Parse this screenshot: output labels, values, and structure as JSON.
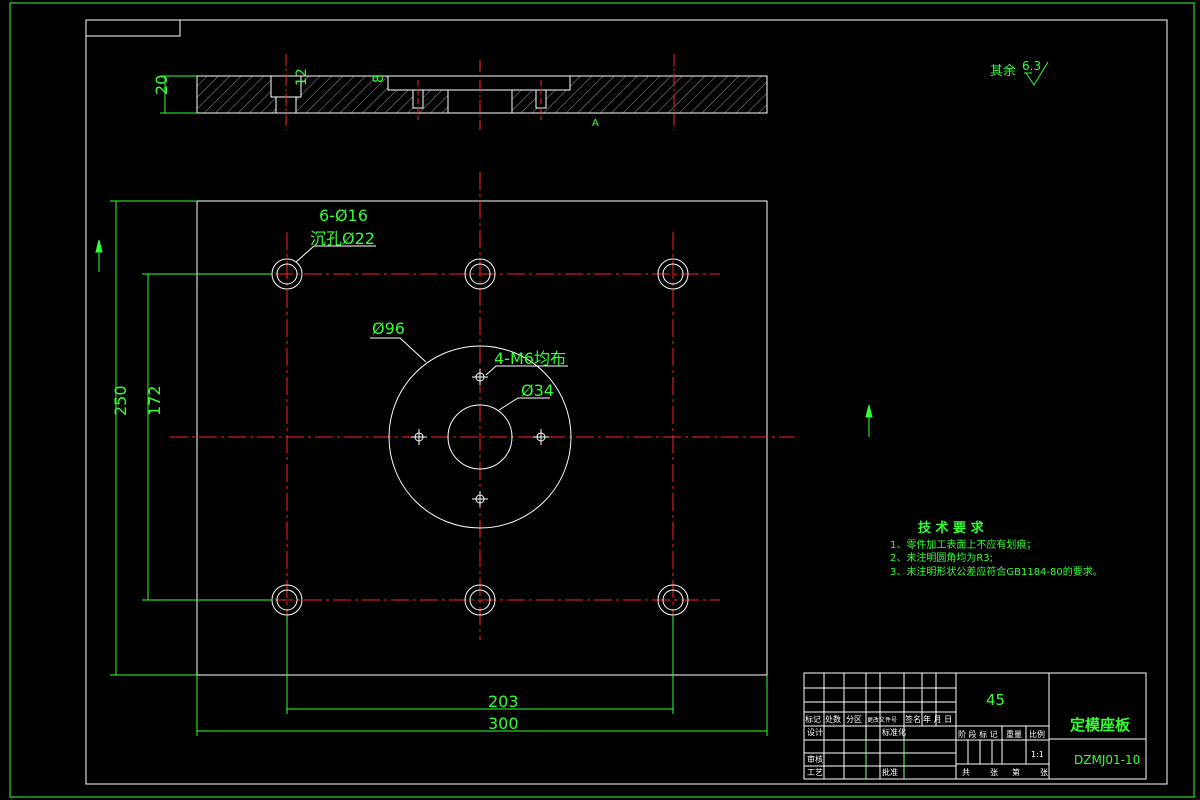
{
  "drawing": {
    "roughness_note": "其余",
    "roughness_value": "6.3",
    "section_thickness": "20",
    "section_counterbore_depth": "12",
    "section_step_depth": "8",
    "section_arrow_label": "A",
    "holes_callout_count": "6-Ø16",
    "holes_callout_cb": "沉孔Ø22",
    "outer_circle_label": "Ø96",
    "tap_holes_label": "4-M6均布",
    "center_hole_label": "Ø34",
    "height_overall": "250",
    "height_pitch": "172",
    "width_pitch": "203",
    "width_overall": "300"
  },
  "tech_requirements": {
    "title": "技 术 要 求",
    "items": [
      "1、零件加工表面上不应有划痕；",
      "2、未注明圆角均为R3;",
      "3、未注明形状公差应符合GB1184-80的要求。"
    ]
  },
  "title_block": {
    "material": "45",
    "part_name": "定模座板",
    "drawing_no": "DZMJ01-10",
    "scale": "1:1",
    "header_labels": [
      "标记",
      "处数",
      "分区",
      "更改文件号",
      "签名",
      "年 月 日"
    ],
    "left_labels": [
      "设计",
      "审核",
      "工艺"
    ],
    "mid_labels": [
      "标准化",
      "批准"
    ],
    "stage_labels": [
      "阶 段 标 记",
      "重量",
      "比例"
    ],
    "sheet_labels": [
      "共",
      "张",
      "第",
      "张"
    ]
  },
  "colors": {
    "background": "#000000",
    "outline": "#ffffff",
    "dimension": "#33ff33",
    "centerline": "#ff2222"
  }
}
